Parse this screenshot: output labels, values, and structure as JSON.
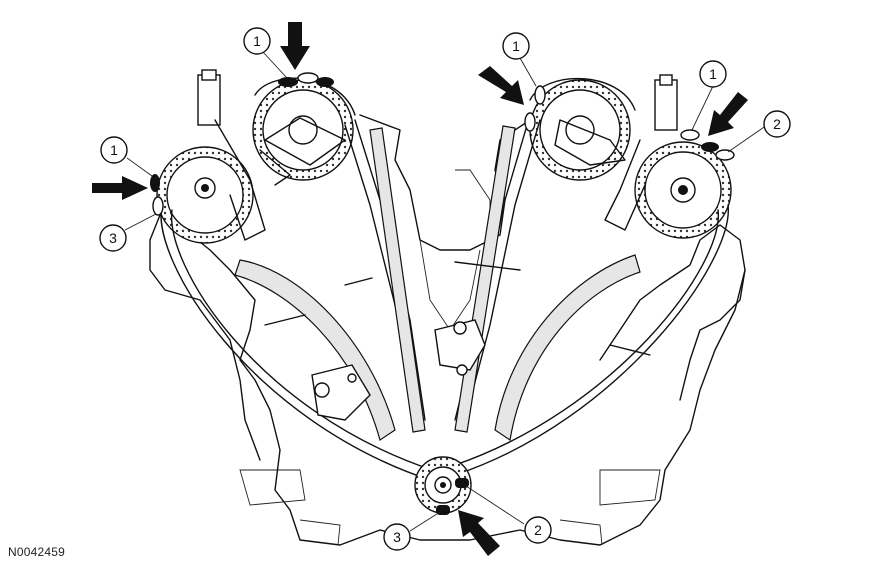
{
  "figure_id": "N0042459",
  "callouts": [
    {
      "label": "1"
    },
    {
      "label": "1"
    },
    {
      "label": "1"
    },
    {
      "label": "1"
    },
    {
      "label": "2"
    },
    {
      "label": "2"
    },
    {
      "label": "3"
    },
    {
      "label": "3"
    }
  ]
}
